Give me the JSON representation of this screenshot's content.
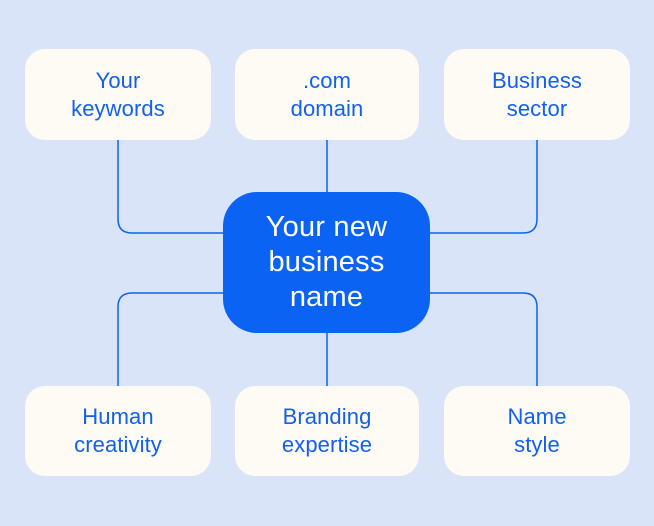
{
  "diagram": {
    "center": {
      "line1": "Your new",
      "line2": "business",
      "line3": "name"
    },
    "nodes": [
      {
        "id": "your-keywords",
        "line1": "Your",
        "line2": "keywords"
      },
      {
        "id": "com-domain",
        "line1": ".com",
        "line2": "domain"
      },
      {
        "id": "business-sector",
        "line1": "Business",
        "line2": "sector"
      },
      {
        "id": "human-creativity",
        "line1": "Human",
        "line2": "creativity"
      },
      {
        "id": "branding-expertise",
        "line1": "Branding",
        "line2": "expertise"
      },
      {
        "id": "name-style",
        "line1": "Name",
        "line2": "style"
      }
    ]
  },
  "colors": {
    "background": "#D9E4F8",
    "card": "#FDFBF3",
    "accent_blue": "#0B63F3",
    "label_text": "#1160EF",
    "center_text": "#FFFFFF"
  }
}
